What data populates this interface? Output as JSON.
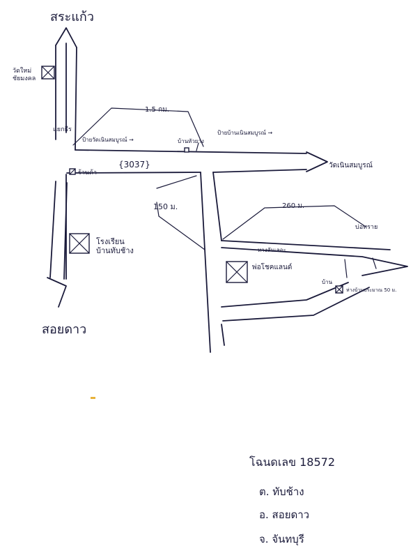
{
  "map": {
    "north_label": "สระแก้ว",
    "south_label": "สอยดาว",
    "temple_top_left": "วัดใหม่\nชัยมงคล",
    "junction_label": "แยกธีร",
    "road_number": "{3037}",
    "shop_label": "ร้านค้า",
    "school_label": "โรงเรียน\nบ้านทับช้าง",
    "distance_1": "1.5 กม.",
    "distance_2": "150 ม.",
    "distance_3": "260 ม.",
    "sign_1": "ป้ายวัดเนินสมบูรณ์ →",
    "sign_2": "ป้ายบ้านเนินสมบูรณ์ →",
    "nearby_label": "บ้านหัวยาง",
    "wat_label": "วัดเนินสมบูรณ์",
    "sandpit_label": "บ่อทราย",
    "lane_label": "ทางลันเลอะ",
    "resort_label": "พ่อโชคแลนด์",
    "house_label": "บ้าน",
    "house_note": "ห่างบ้านประมาณ 50 ม.",
    "deed_text": "โฉนดเลข 18572",
    "addr_1": "ต. ทับช้าง",
    "addr_2": "อ. สอยดาว",
    "addr_3": "จ. จันทบุรี"
  },
  "colors": {
    "ink": "#1a1a3a",
    "paper": "#ffffff",
    "dot": "#e8b23a"
  }
}
